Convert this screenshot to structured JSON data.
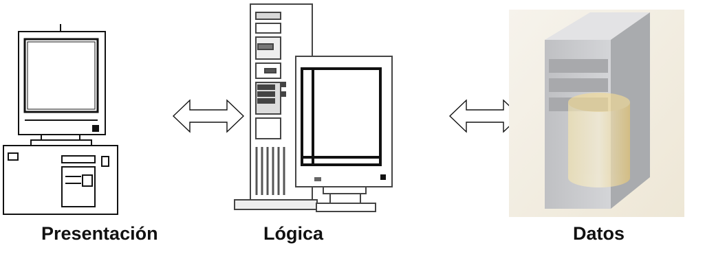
{
  "tiers": [
    {
      "label": "Presentación",
      "icon": "desktop-pc-icon"
    },
    {
      "label": "Lógica",
      "icon": "tower-server-with-monitor-icon"
    },
    {
      "label": "Datos",
      "icon": "database-server-icon"
    }
  ],
  "connectors": [
    {
      "from": "Presentación",
      "to": "Lógica",
      "icon": "double-arrow-icon"
    },
    {
      "from": "Lógica",
      "to": "Datos",
      "icon": "double-arrow-icon"
    }
  ],
  "colors": {
    "line": "#111111",
    "server_gray": "#c9cacd",
    "server_side": "#a9abae",
    "cylinder": "#f1d27a",
    "panel_bg": "#f3efe5"
  }
}
